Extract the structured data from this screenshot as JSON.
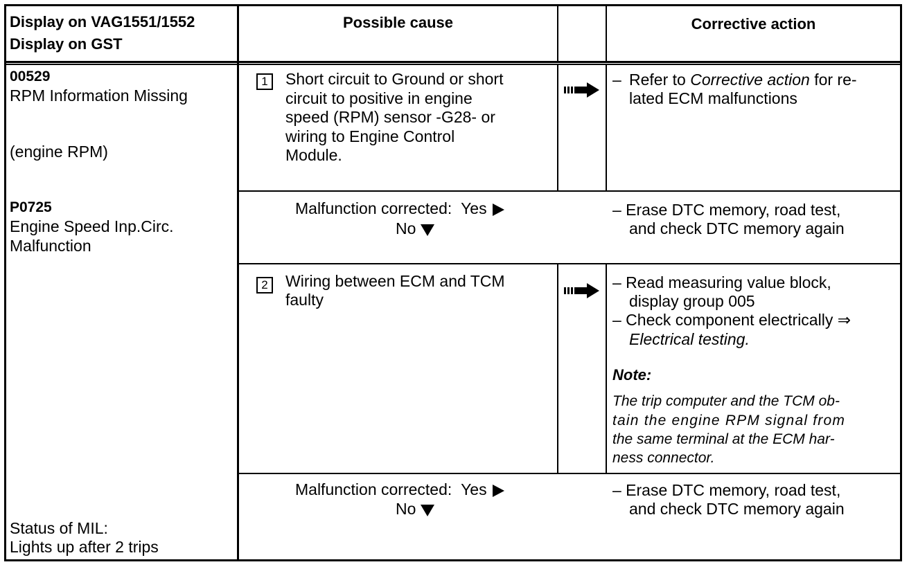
{
  "header": {
    "display_line1": "Display on VAG1551/1552",
    "display_line2": "Display on GST",
    "possible_cause": "Possible cause",
    "corrective_action": "Corrective action"
  },
  "left_column": {
    "code1": "00529",
    "code1_desc": "RPM Information Missing",
    "code1_note": "(engine RPM)",
    "code2": "P0725",
    "code2_desc_line1": "Engine Speed Inp.Circ.",
    "code2_desc_line2": "Malfunction",
    "mil_line1": "Status of MIL:",
    "mil_line2": "Lights up after 2 trips"
  },
  "row1": {
    "number": "1",
    "cause_lines": [
      "Short circuit to Ground or short",
      "circuit to positive in engine",
      "speed (RPM) sensor -G28- or",
      "wiring to Engine Control",
      "Module."
    ],
    "action_dash": "–",
    "action_pre": "Refer to",
    "action_italic": "Corrective action",
    "action_post": "for re-",
    "action_line2": "lated ECM malfunctions"
  },
  "check1": {
    "label": "Malfunction corrected:",
    "yes": "Yes",
    "no": "No",
    "action_line1": "–  Erase DTC memory, road test,",
    "action_line2": "and check DTC memory again"
  },
  "row2": {
    "number": "2",
    "cause_line1": "Wiring between ECM and TCM",
    "cause_line2": "faulty",
    "action1_line1": "–  Read measuring value block,",
    "action1_line2": "display group 005",
    "action2_line1": "–  Check component electrically ⇒",
    "action2_line2": "Electrical testing.",
    "note_title": "Note:",
    "note_lines": [
      "The trip computer and the TCM ob-",
      "tain the engine RPM signal from",
      "the same terminal at the ECM har-",
      "ness connector."
    ]
  },
  "check2": {
    "label": "Malfunction corrected:",
    "yes": "Yes",
    "no": "No",
    "action_line1": "–  Erase DTC memory, road test,",
    "action_line2": "and check DTC memory again"
  },
  "icons": {
    "arrow": "right-arrow-icon",
    "yes_marker": "triangle-right-icon",
    "no_marker": "triangle-down-icon"
  }
}
